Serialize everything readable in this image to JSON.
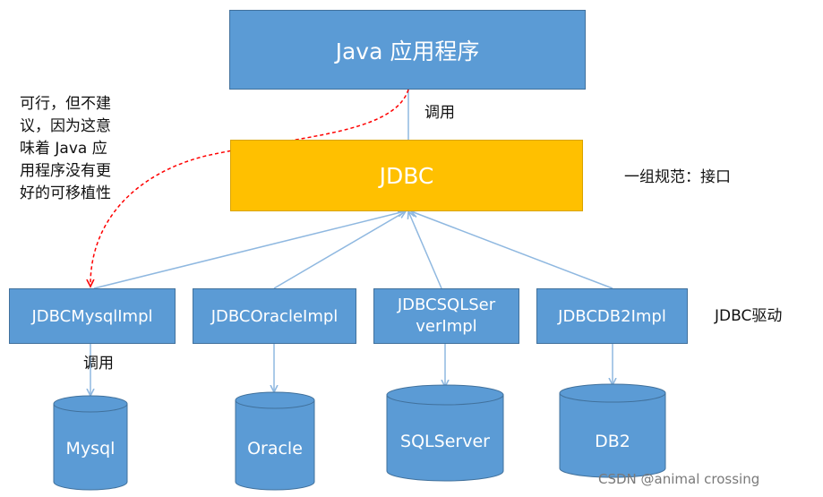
{
  "app": {
    "title": "Java 应用程序"
  },
  "jdbc": {
    "label": "JDBC",
    "desc": "一组规范：接口"
  },
  "call_label_top": "调用",
  "call_label_mysql": "调用",
  "note": "可行，但不建\n议，因为这意\n味着 Java 应\n用程序没有更\n好的可移植性",
  "drivers": {
    "group_label": "JDBC驱动",
    "items": [
      {
        "label": "JDBCMysqlImpl"
      },
      {
        "label": "JDBCOracleImpl"
      },
      {
        "label": "JDBCSQLSer\nverImpl"
      },
      {
        "label": "JDBCDB2Impl"
      }
    ]
  },
  "databases": [
    {
      "label": "Mysql"
    },
    {
      "label": "Oracle"
    },
    {
      "label": "SQLServer"
    },
    {
      "label": "DB2"
    }
  ],
  "watermark": "CSDN @animal crossing",
  "colors": {
    "box_blue": "#5b9bd5",
    "jdbc_gold": "#ffc000",
    "arrow": "#8fb8e0",
    "dashed_arrow": "#ff0000"
  }
}
